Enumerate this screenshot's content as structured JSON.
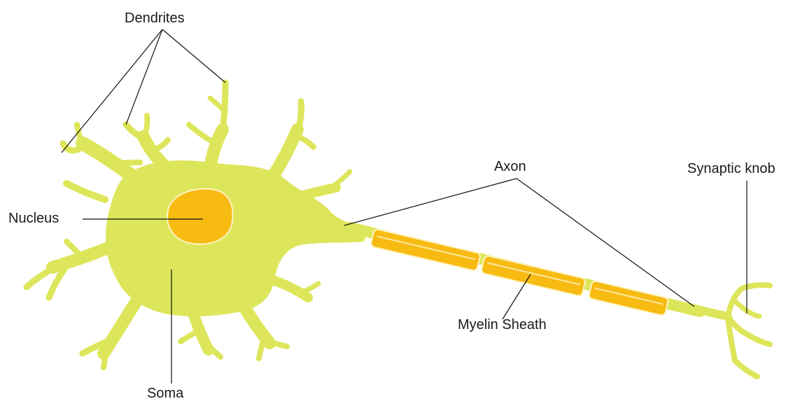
{
  "labels": {
    "dendrites": "Dendrites",
    "nucleus": "Nucleus",
    "soma": "Soma",
    "axon": "Axon",
    "synaptic_knob": "Synaptic knob",
    "myelin_sheath": "Myelin Sheath"
  },
  "colors": {
    "cell_body": "#dde65a",
    "nucleus": "#f7bb12",
    "myelin": "#f7bb12",
    "outline_highlight": "#fff4c4",
    "leader_line": "#111111",
    "background": "#ffffff"
  }
}
